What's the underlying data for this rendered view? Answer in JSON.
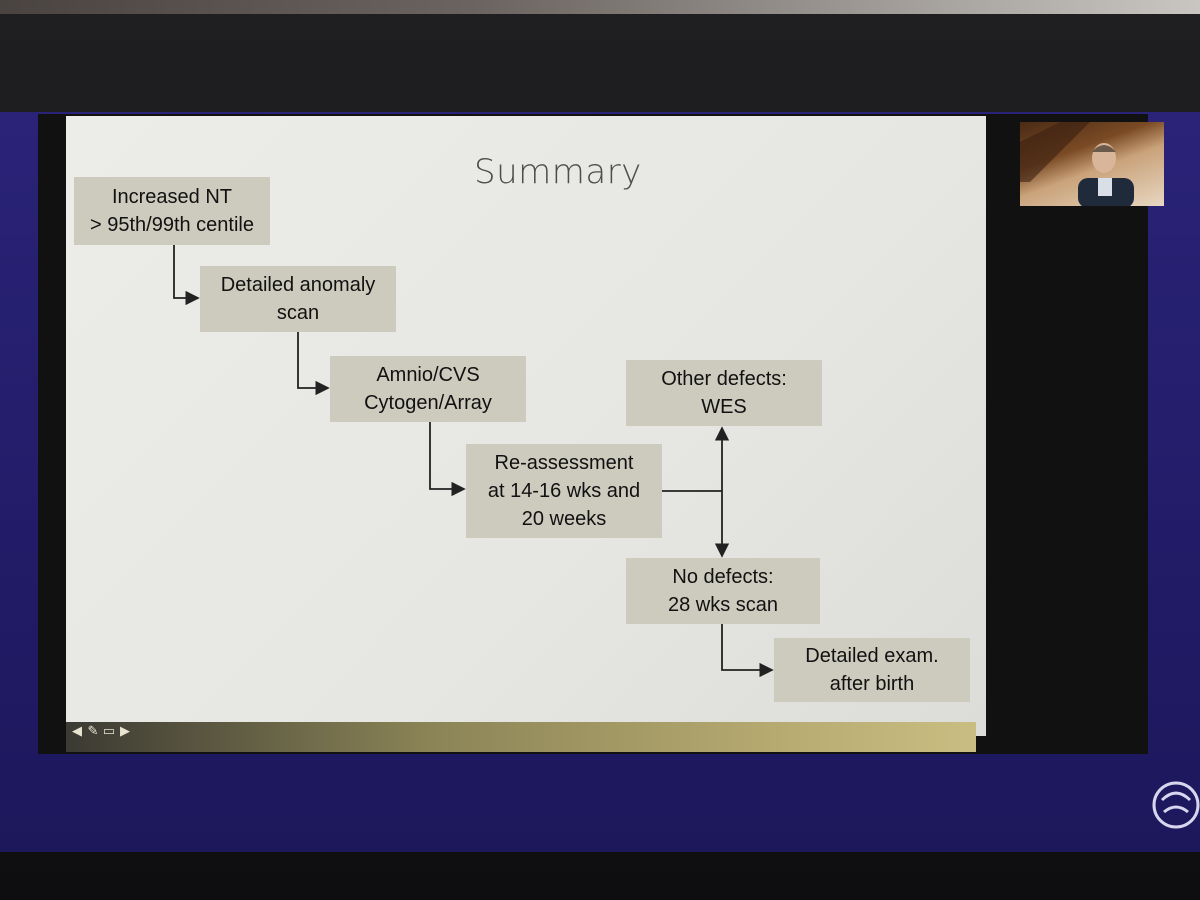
{
  "slide": {
    "title": "Summary",
    "boxes": {
      "increased_nt": [
        "Increased NT",
        "> 95th/99th centile"
      ],
      "anomaly_scan": [
        "Detailed anomaly",
        "scan"
      ],
      "amnio": [
        "Amnio/CVS",
        "Cytogen/Array"
      ],
      "reassessment": [
        "Re-assessment",
        "at 14-16 wks and",
        "20 weeks"
      ],
      "other_defects": [
        "Other defects:",
        "WES"
      ],
      "no_defects": [
        "No defects:",
        "28 wks scan"
      ],
      "detailed_exam": [
        "Detailed exam.",
        "after birth"
      ]
    }
  },
  "nav_icons": [
    "arrow-left-icon",
    "pen-icon",
    "slide-icon",
    "arrow-right-icon"
  ],
  "colors": {
    "box_fill": "#cdcbbe",
    "slide_bg": "#e8e8e4",
    "meeting_bg": "#261f70",
    "footer_gold": "#b8ac72"
  }
}
